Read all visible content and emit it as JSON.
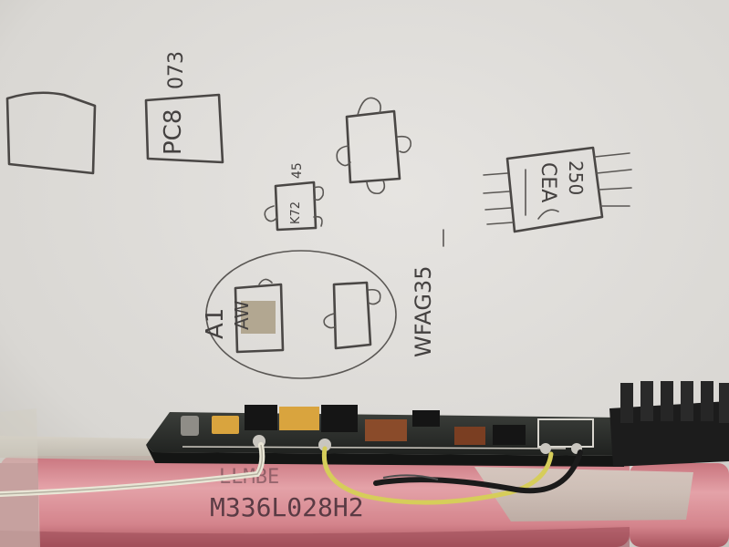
{
  "photo": {
    "palette": {
      "paper": "#dedcd8",
      "pencil": "#4a4745",
      "pcb": "#2c2f2b",
      "cell": "#d9888f",
      "solder": "#e0b24a",
      "heatsink": "#1c1c1c"
    },
    "sketch": {
      "chip_a_label": "PC8",
      "chip_a_code": "073",
      "chip_b_label": "K72",
      "chip_b_code": "45",
      "chip_c_label": "CEA",
      "chip_c_code": "250",
      "chip_d_label": "AW",
      "circle_label": "A1",
      "side_label": "WFAG35"
    },
    "battery": {
      "print_top": "LLMBE",
      "print_bottom": "M336L028H2"
    }
  }
}
